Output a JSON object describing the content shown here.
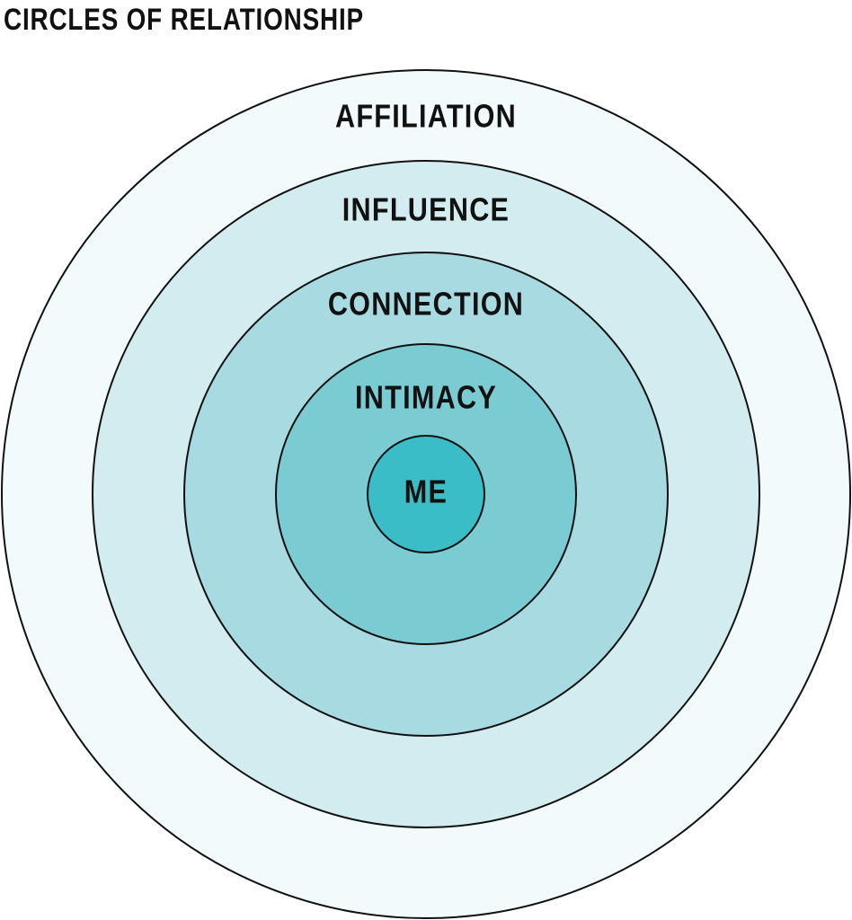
{
  "title": "CIRCLES OF RELATIONSHIP",
  "rings": [
    {
      "label": "AFFILIATION",
      "color": "#f2fafb"
    },
    {
      "label": "INFLUENCE",
      "color": "#d3ecef"
    },
    {
      "label": "CONNECTION",
      "color": "#a8dbe1"
    },
    {
      "label": "INTIMACY",
      "color": "#7bcbd3"
    },
    {
      "label": "ME",
      "color": "#3bbdc7"
    }
  ],
  "outline_color": "#111111"
}
